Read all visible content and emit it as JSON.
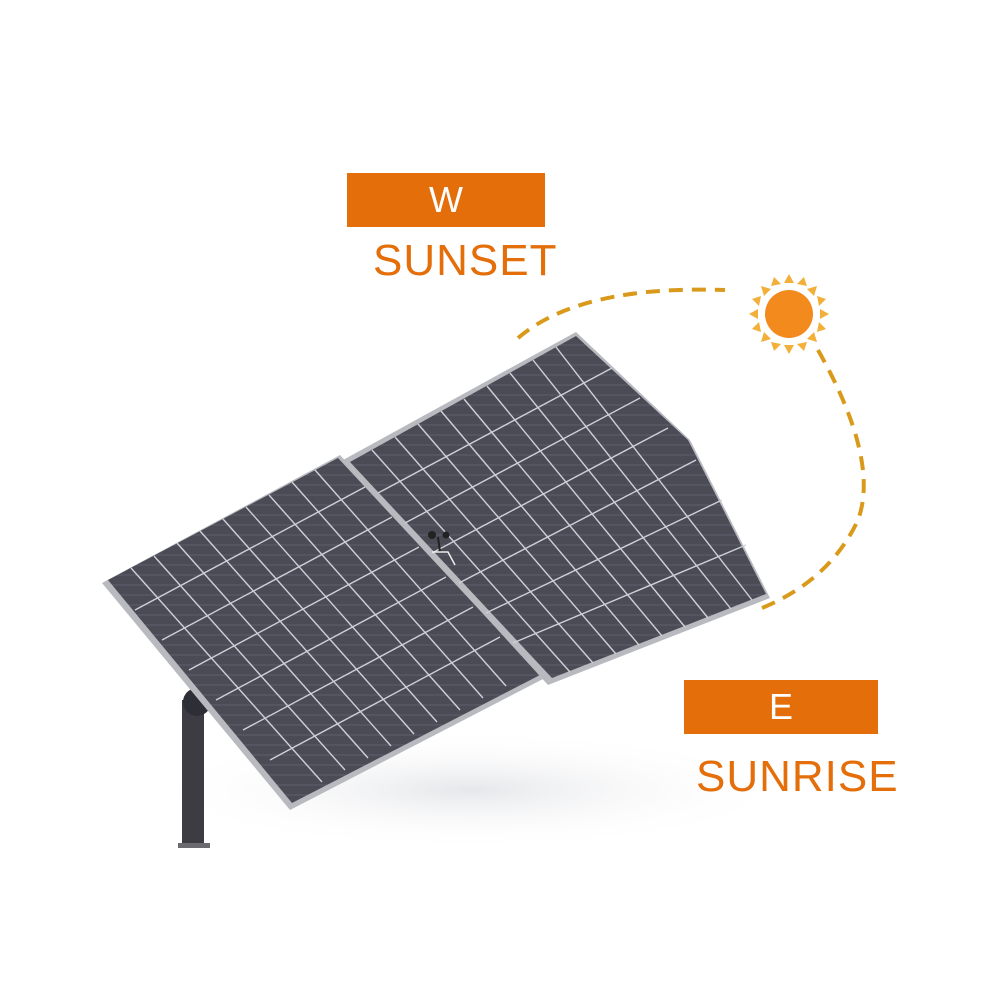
{
  "labels": {
    "west": {
      "direction": "W",
      "caption": "SUNSET"
    },
    "east": {
      "direction": "E",
      "caption": "SUNRISE"
    }
  },
  "icons": {
    "sun": "sun-icon",
    "path": "dashed-arc-sun-path"
  },
  "colors": {
    "accent_orange": "#e46f0a",
    "sun_body": "#f28a1e",
    "sun_rays": "#f2b03a",
    "arc_dash": "#d99a1c",
    "panel_cell": "#4a4b55",
    "panel_grid": "#cfd1d8",
    "post": "#3c3c42"
  }
}
